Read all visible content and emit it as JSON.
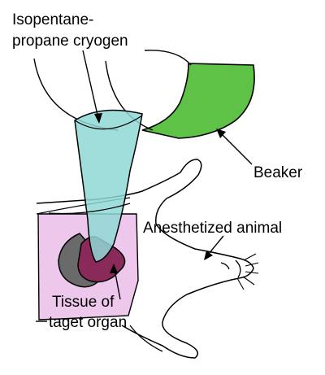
{
  "labels": {
    "cryogen_line1": "Isopentane-",
    "cryogen_line2": "propane cryogen",
    "beaker": "Beaker",
    "animal": "Anesthetized animal",
    "tissue_line1": "Tissue of",
    "tissue_line2": "taget organ"
  },
  "colors": {
    "beaker_fill": "#5ec246",
    "cryogen_fill": "#8fd8d6",
    "skin_fill": "#edc8ec",
    "organ_fill": "#8a2a5a",
    "dark_tissue": "#6a6a6a",
    "outline": "#000000"
  }
}
